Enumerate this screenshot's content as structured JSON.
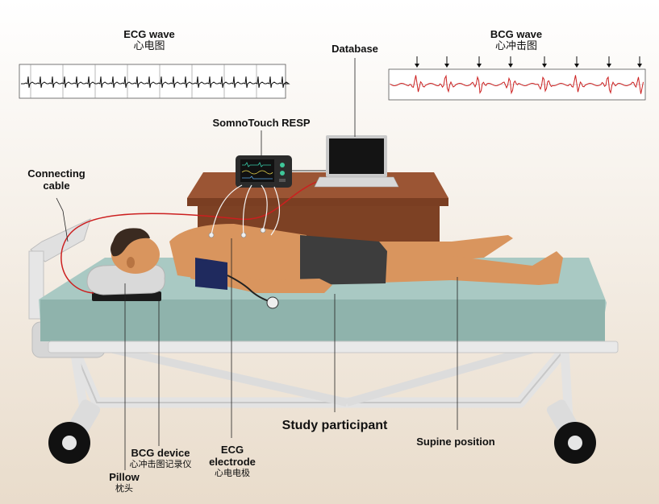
{
  "labels": {
    "ecg_wave": {
      "en": "ECG wave",
      "zh": "心电图"
    },
    "bcg_wave": {
      "en": "BCG wave",
      "zh": "心冲击图"
    },
    "database": {
      "en": "Database"
    },
    "somnotouch": {
      "en": "SomnoTouch RESP"
    },
    "connecting_cable": {
      "en_line1": "Connecting",
      "en_line2": "cable"
    },
    "study_participant": {
      "en": "Study participant"
    },
    "supine_position": {
      "en": "Supine position"
    },
    "bcg_device": {
      "en": "BCG device",
      "zh": "心冲击图记录仪"
    },
    "ecg_electrode": {
      "en_line1": "ECG",
      "en_line2": "electrode",
      "zh": "心电电极"
    },
    "pillow": {
      "en": "Pillow",
      "zh": "枕头"
    }
  },
  "colors": {
    "background_top": "#ffffff",
    "background_bottom": "#e9dccb",
    "mattress": "#a9c9c3",
    "bed_frame": "#e8e8e8",
    "desk": "#8b4a2b",
    "skin": "#d9955e",
    "shorts": "#3d3d3d",
    "cuff": "#1f2a5e",
    "cable": "#cc1f1f",
    "bcg_trace": "#cc1f1f",
    "ecg_trace": "#111111"
  },
  "icons": [
    "laptop-icon",
    "monitor-device-icon",
    "arrow-down-icon"
  ]
}
